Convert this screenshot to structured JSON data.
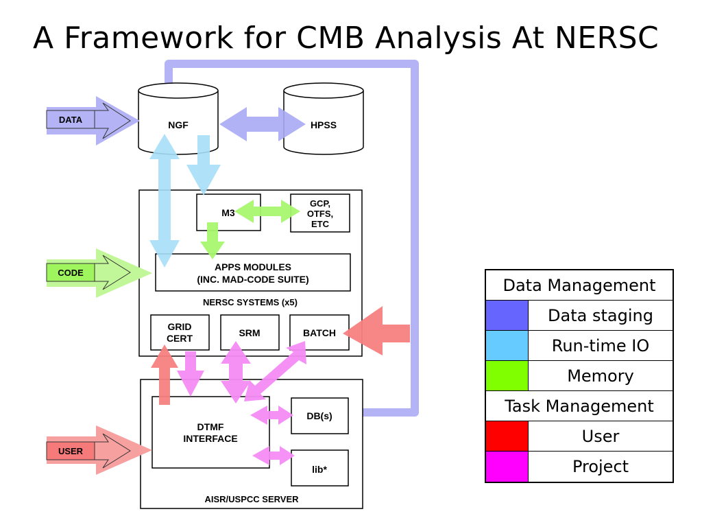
{
  "title": "A Framework for CMB Analysis At NERSC",
  "nodes": {
    "ngf": "NGF",
    "hpss": "HPSS",
    "m3": "M3",
    "gcp_line1": "GCP,",
    "gcp_line2": "OTFS,",
    "gcp_line3": "ETC",
    "apps_line1": "APPS MODULES",
    "apps_line2": "(INC. MAD-CODE SUITE)",
    "nersc_systems": "NERSC SYSTEMS (x5)",
    "grid_line1": "GRID",
    "grid_line2": "CERT",
    "srm": "SRM",
    "batch": "BATCH",
    "dtmf_line1": "DTMF",
    "dtmf_line2": "INTERFACE",
    "dbs": "DB(s)",
    "lib": "lib*",
    "aisr": "AISR/USPCC SERVER"
  },
  "inputs": {
    "data": "DATA",
    "code": "CODE",
    "user": "USER"
  },
  "colors": {
    "data_staging": "#6666ff",
    "runtime_io": "#66ccff",
    "memory": "#80ff00",
    "user": "#ff0000",
    "project": "#ff00ff"
  },
  "legend": {
    "data_management": "Data Management",
    "data_staging": "Data staging",
    "runtime_io": "Run-time IO",
    "memory": "Memory",
    "task_management": "Task Management",
    "user": "User",
    "project": "Project"
  }
}
